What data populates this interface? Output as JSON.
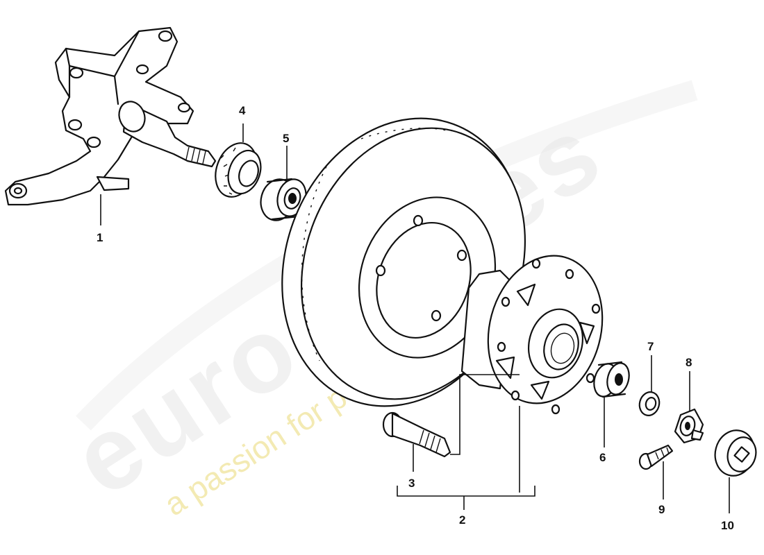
{
  "watermark": {
    "brand": "eurospares",
    "tagline": "a passion for parts since 1985"
  },
  "callouts": [
    "1",
    "2",
    "3",
    "4",
    "5",
    "6",
    "7",
    "8",
    "9",
    "10"
  ],
  "colors": {
    "ink": "#111111",
    "watermark_grey": "#e6e6e6",
    "watermark_yellow": "#efe39a"
  }
}
